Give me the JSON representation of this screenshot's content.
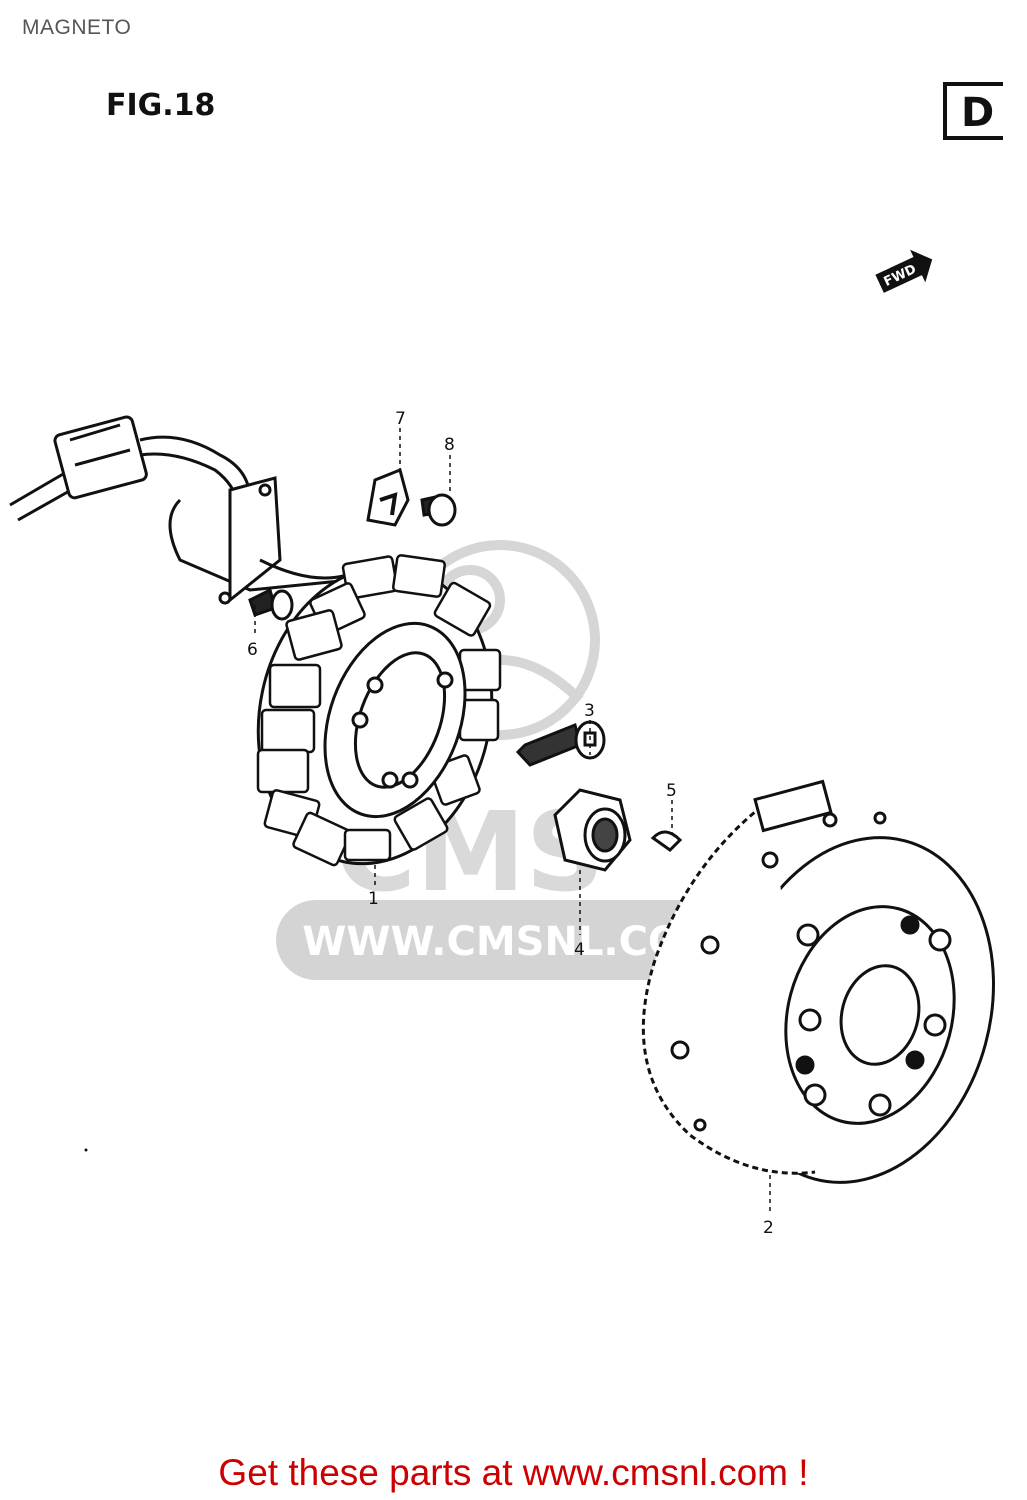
{
  "page_title": "MAGNETO",
  "figure_label": "FIG.18",
  "section_letter": "D",
  "direction_marker": "FWD",
  "watermark": {
    "logo_text": "CMS",
    "url_text": "WWW.CMSNL.COM",
    "color": "#cfcfcf"
  },
  "callouts": [
    {
      "id": "1",
      "label": "1"
    },
    {
      "id": "2",
      "label": "2"
    },
    {
      "id": "3",
      "label": "3"
    },
    {
      "id": "4",
      "label": "4"
    },
    {
      "id": "5",
      "label": "5"
    },
    {
      "id": "6",
      "label": "6"
    },
    {
      "id": "7",
      "label": "7"
    },
    {
      "id": "8",
      "label": "8"
    }
  ],
  "footer": {
    "text": "Get these parts at www.cmsnl.com !",
    "color": "#cc0000"
  }
}
